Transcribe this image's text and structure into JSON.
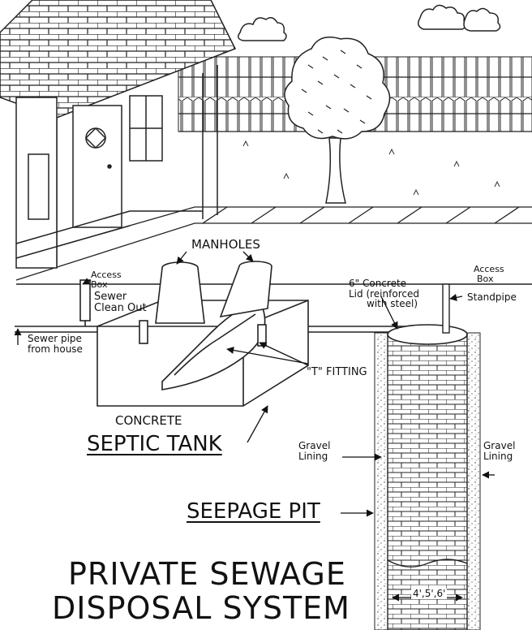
{
  "labels": {
    "manholes": "MANHOLES",
    "access_box_left_1": "Access",
    "access_box_left_2": "Box",
    "sewer_clean_out_1": "Sewer",
    "sewer_clean_out_2": "Clean Out",
    "sewer_pipe_1": "Sewer pipe",
    "sewer_pipe_2": "from house",
    "concrete_lid_1": "6\" Concrete",
    "concrete_lid_2": "Lid (reinforced",
    "concrete_lid_3": "with steel)",
    "access_box_right_1": "Access",
    "access_box_right_2": "Box",
    "standpipe": "Standpipe",
    "t_fitting": "\"T\" FITTING",
    "concrete": "CONCRETE",
    "septic_tank": "SEPTIC TANK",
    "gravel_lining_left_1": "Gravel",
    "gravel_lining_left_2": "Lining",
    "gravel_lining_right_1": "Gravel",
    "gravel_lining_right_2": "Lining",
    "seepage_pit": "SEEPAGE PIT",
    "pit_width": "4',5',6'",
    "title_line_1": "PRIVATE SEWAGE",
    "title_line_2": "DISPOSAL SYSTEM"
  }
}
